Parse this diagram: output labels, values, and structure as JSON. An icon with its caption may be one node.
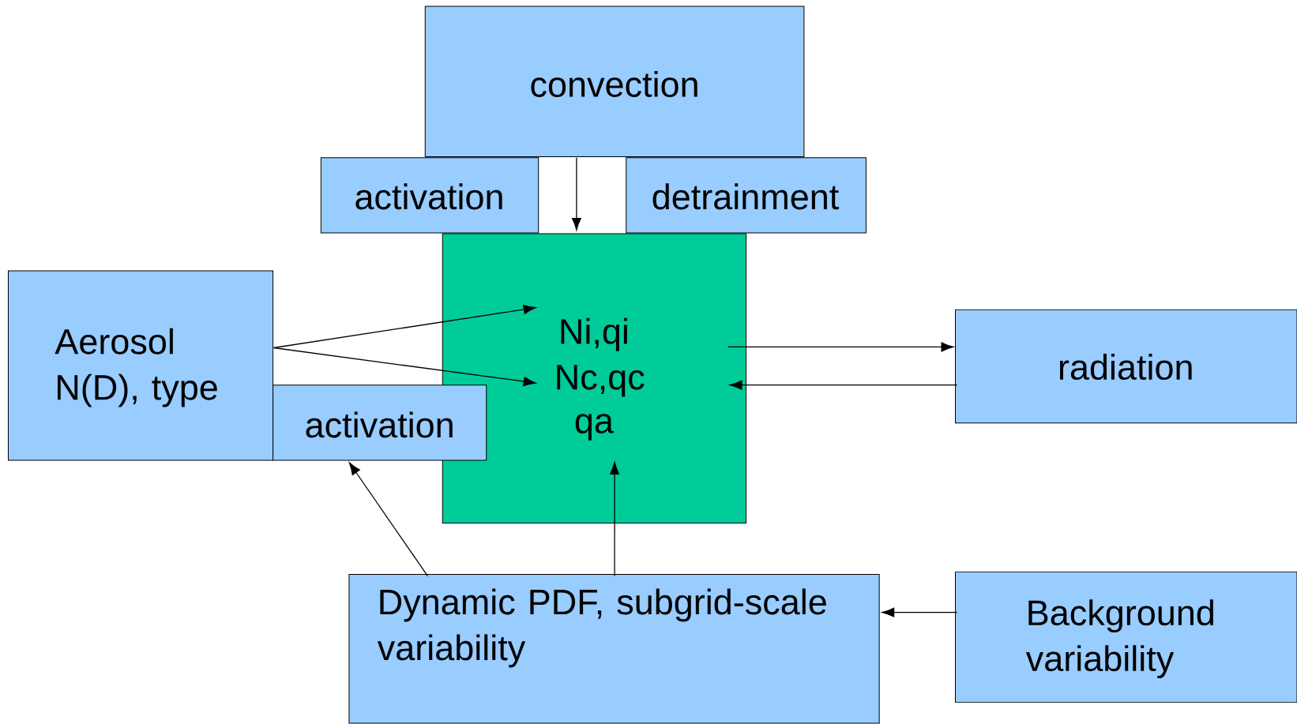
{
  "diagram": {
    "nodes": [
      {
        "text": [
          "convection"
        ]
      },
      {
        "text": [
          "activation"
        ]
      },
      {
        "text": [
          "detrainment"
        ]
      },
      {
        "text": [],
        "shape": "box"
      },
      {
        "text": [
          "Ni,qi"
        ],
        "in": 3
      },
      {
        "text": [
          "Nc,qc"
        ],
        "in": 3
      },
      {
        "text": [
          "qa"
        ],
        "in": 3
      },
      {
        "text": [
          "Aerosol N(D), type"
        ]
      },
      {
        "text": [
          "activation"
        ]
      },
      {
        "text": [
          "radiation"
        ]
      },
      {
        "text": [
          "Dynamic PDF, subgrid-scale variability"
        ]
      },
      {
        "text": [
          "Background variability"
        ]
      }
    ],
    "edges": [
      {
        "from": 0,
        "to": 3,
        "arrow": "to"
      },
      {
        "from": 7,
        "to": 4,
        "arrow": "to"
      },
      {
        "from": 7,
        "to": 5,
        "arrow": "to"
      },
      {
        "from": 3,
        "to": 9,
        "arrow": "to"
      },
      {
        "from": 9,
        "to": 5,
        "arrow": "to"
      },
      {
        "from": 10,
        "to": 8,
        "arrow": "to"
      },
      {
        "from": 10,
        "to": 6,
        "arrow": "to"
      },
      {
        "from": 11,
        "to": 10,
        "arrow": "to"
      }
    ]
  }
}
